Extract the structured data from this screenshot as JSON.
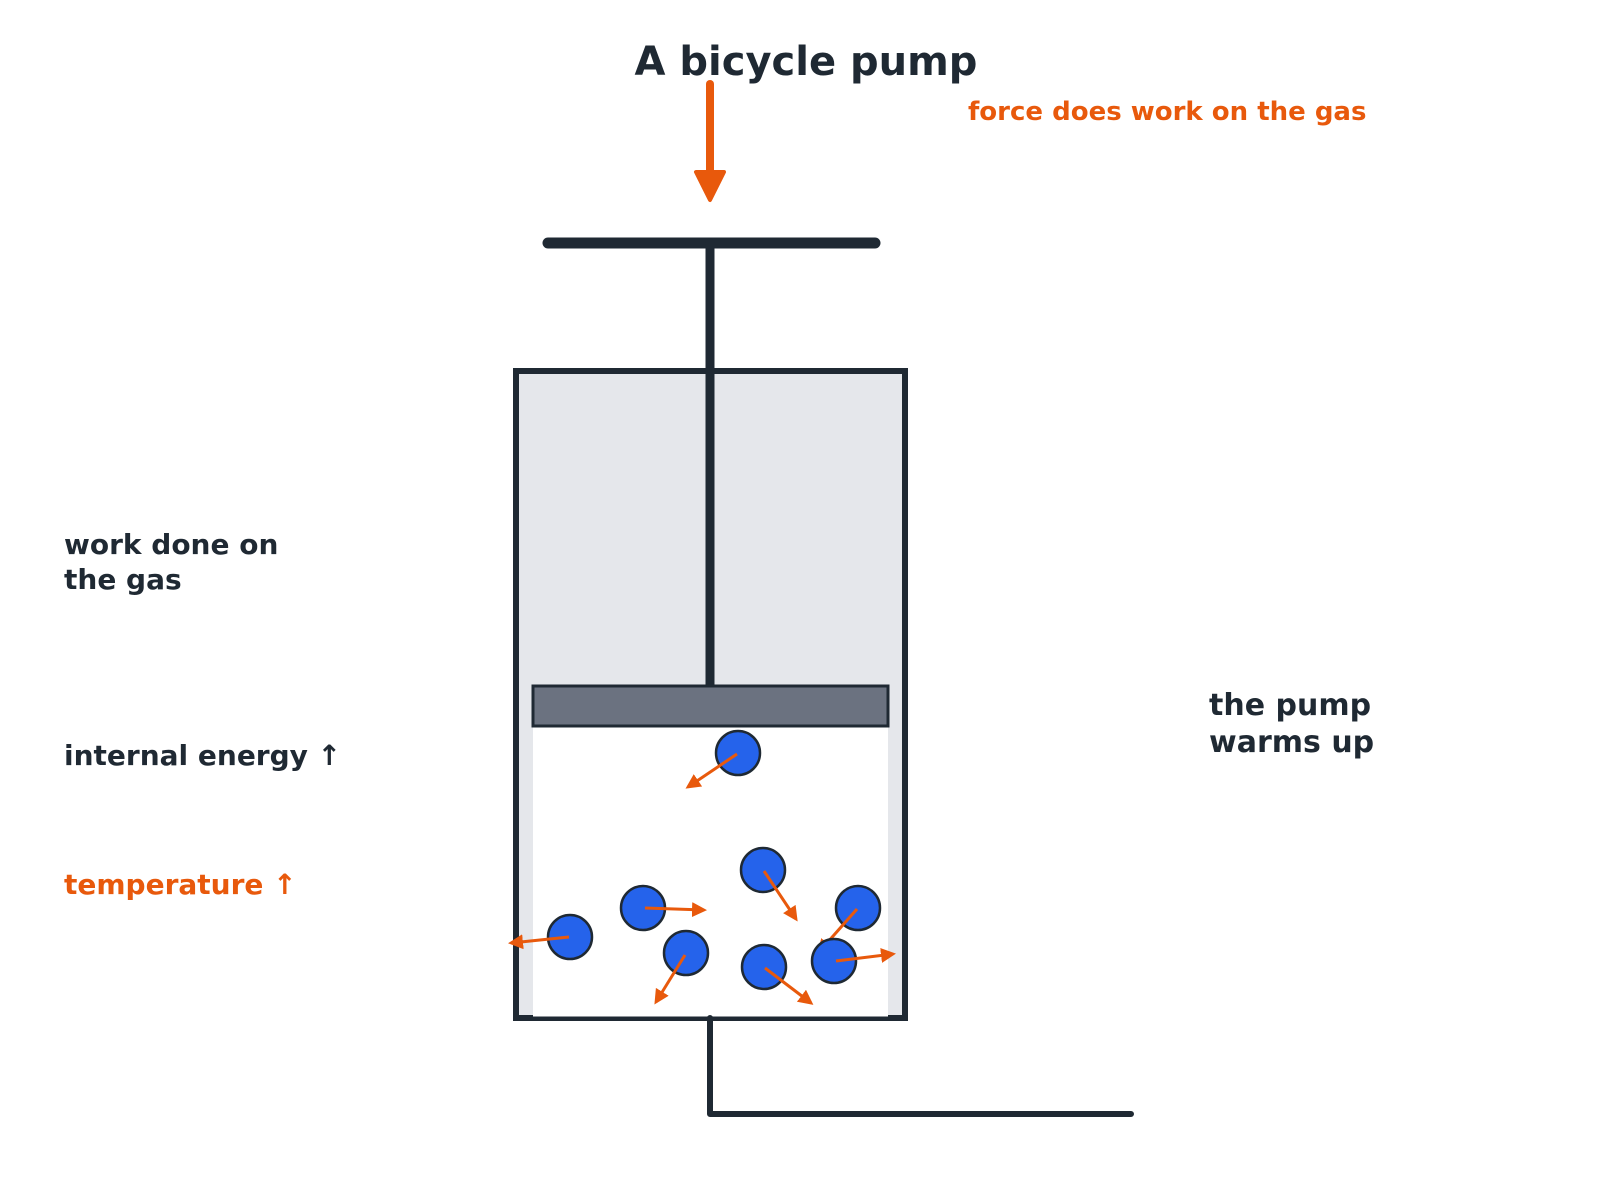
{
  "title": "A bicycle pump",
  "force_label": "force does work on the gas",
  "left_labels": {
    "work_line1": "work done on",
    "work_line2": "the gas",
    "internal_energy": "internal energy ↑",
    "temperature": "temperature ↑"
  },
  "right_label": {
    "line1": "the pump",
    "line2": "warms up"
  },
  "colors": {
    "dark": "#1f2933",
    "accent": "#e8590c",
    "molecule": "#2563eb",
    "barrel_fill": "#e5e7eb",
    "piston": "#6b7280"
  }
}
